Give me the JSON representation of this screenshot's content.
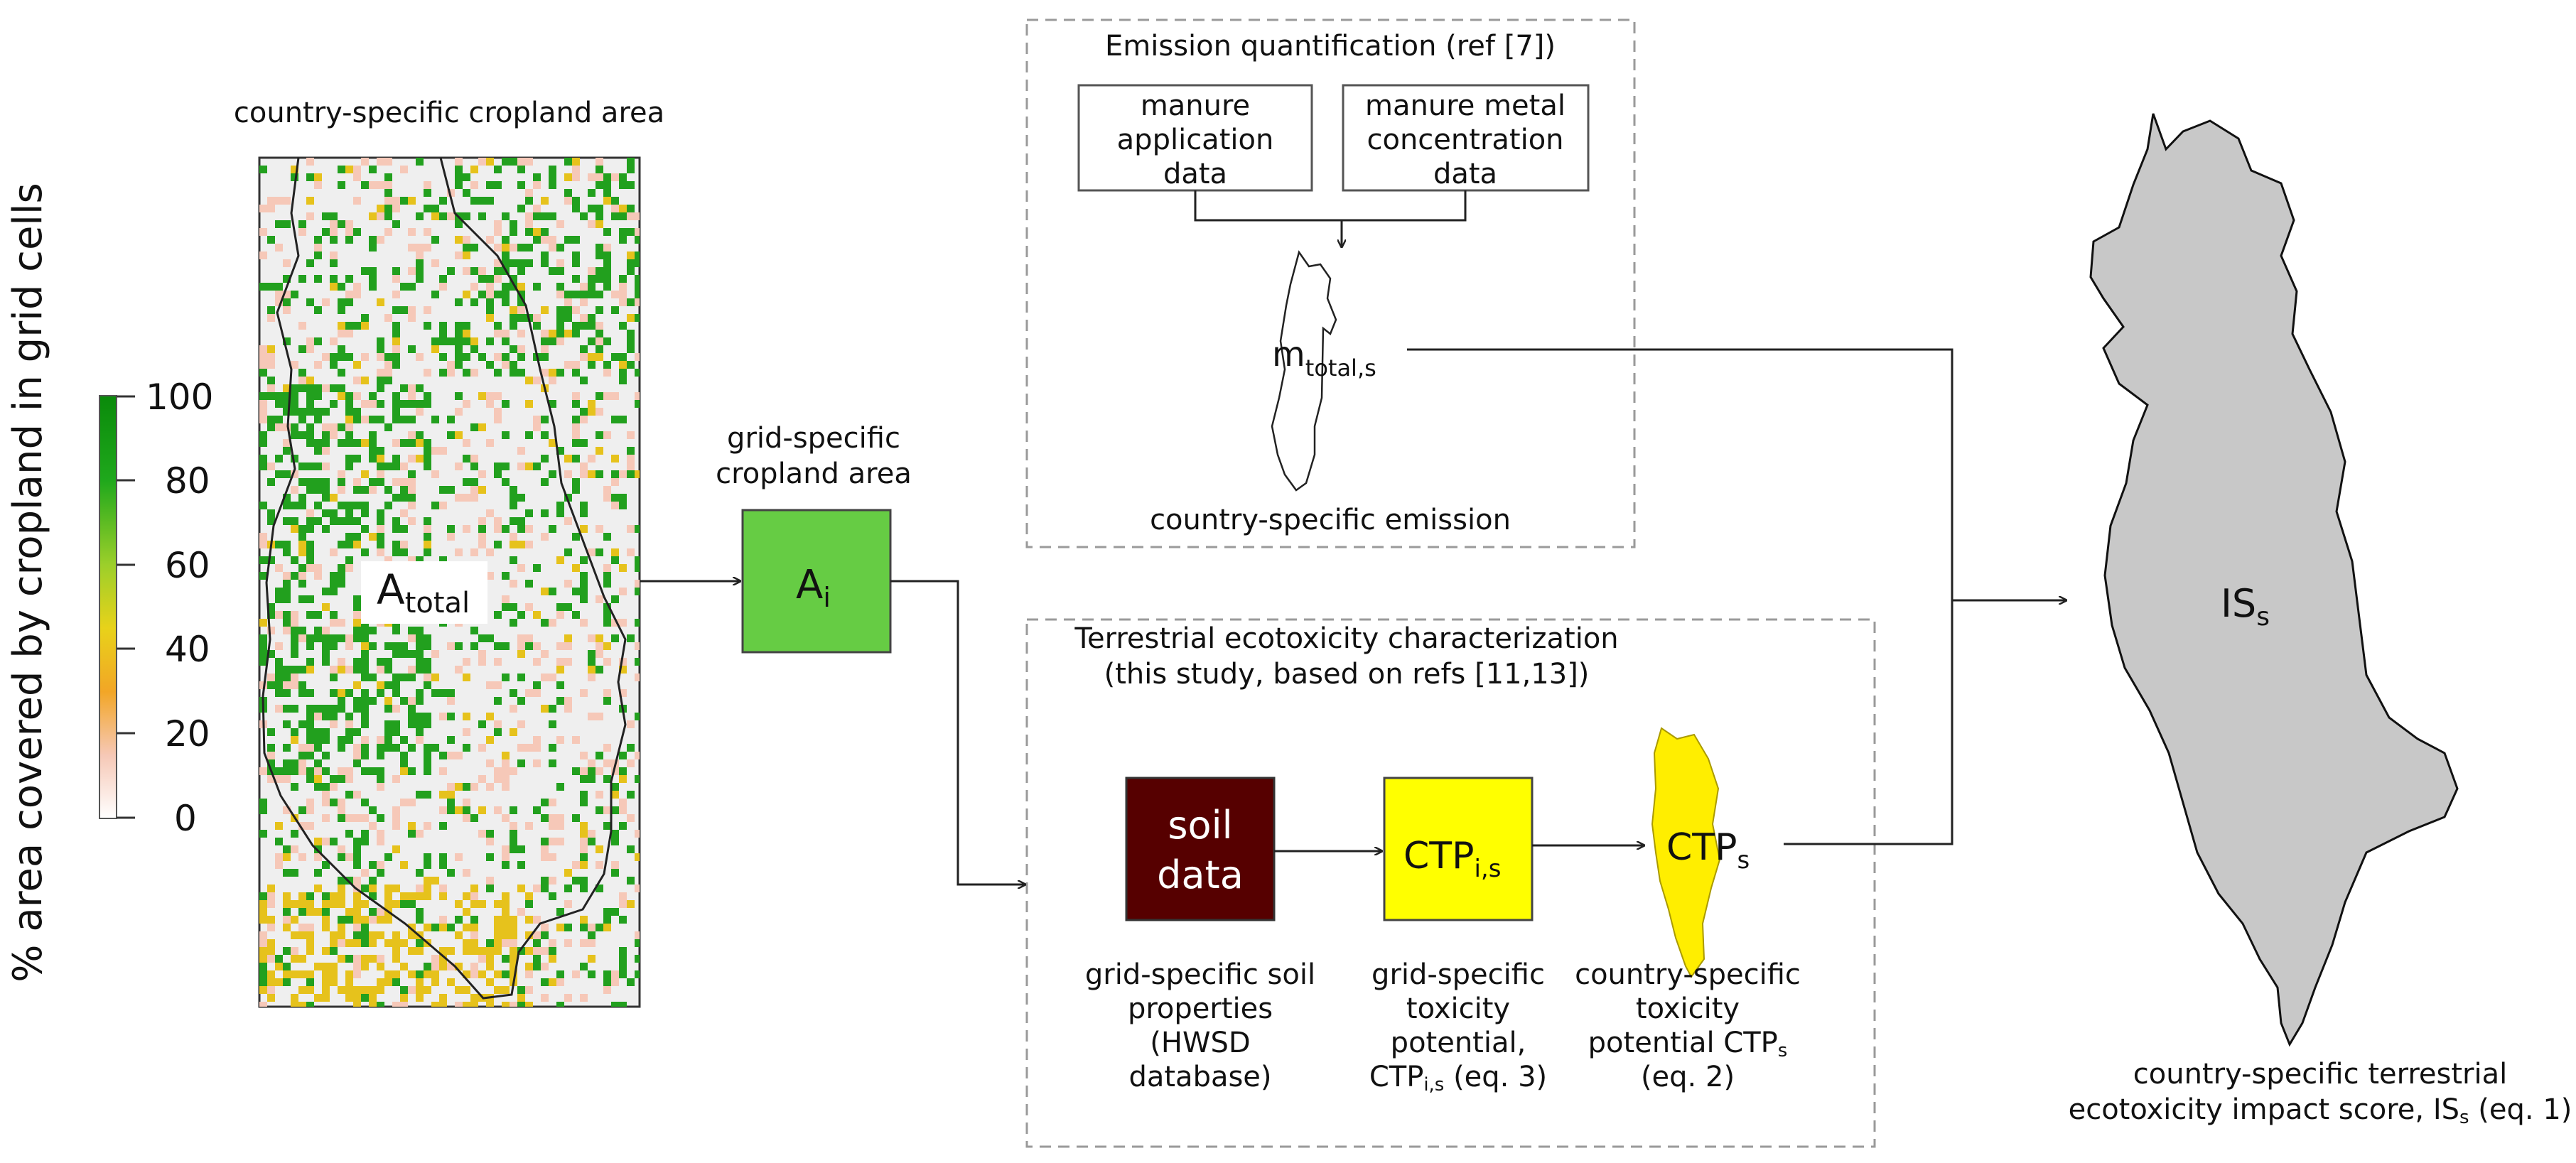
{
  "colorbar": {
    "axis_label": "% area covered by cropland in grid cells",
    "ticks": [
      "100",
      "80",
      "60",
      "40",
      "20",
      "0"
    ]
  },
  "cropland_map": {
    "title": "country-specific cropland area",
    "label_main": "A",
    "label_sub": "total"
  },
  "grid_box": {
    "title_line1": "grid-specific",
    "title_line2": "cropland area",
    "label_main": "A",
    "label_sub": "i",
    "color": "#66cc44"
  },
  "emission_section": {
    "title": "Emission quantification (ref [7])",
    "box1_lines": [
      "manure",
      "application",
      "data"
    ],
    "box2_lines": [
      "manure metal",
      "concentration",
      "data"
    ],
    "m_main": "m",
    "m_sub": "total,s",
    "caption": "country-specific emission"
  },
  "ecotox_section": {
    "title_line1": "Terrestrial ecotoxicity characterization",
    "title_line2": "(this study, based on refs [11,13])",
    "soil_box": {
      "line1": "soil",
      "line2": "data",
      "color": "#560000"
    },
    "ctp_is_box": {
      "main": "CTP",
      "sub": "i,s",
      "color": "#ffff00"
    },
    "ctp_s": {
      "main": "CTP",
      "sub": "s",
      "color": "#ffee00"
    },
    "caption_soil": [
      "grid-specific soil",
      "properties",
      "(HWSD",
      "database)"
    ],
    "caption_ctp_is": [
      "grid-specific",
      "toxicity",
      "potential,"
    ],
    "caption_ctp_is_last": {
      "main": "CTP",
      "sub": "i,s",
      "rest": " (eq. 3)"
    },
    "caption_ctp_s": [
      "country-specific",
      "toxicity"
    ],
    "caption_ctp_s_line3": {
      "main": "potential CTP",
      "sub": "s"
    },
    "caption_ctp_s_last": "(eq. 2)"
  },
  "impact_map": {
    "label_main": "IS",
    "label_sub": "s",
    "caption_line1": "country-specific terrestrial",
    "caption_line2": {
      "main": "ecotoxicity impact score, IS",
      "sub": "s",
      "rest": " (eq. 1)"
    },
    "fill_color": "#c8c8c8"
  },
  "colors": {
    "cropland_high": "#22a01e",
    "cropland_mid": "#e6c21c",
    "cropland_low": "#f6c8b8",
    "map_background": "#efefef"
  }
}
